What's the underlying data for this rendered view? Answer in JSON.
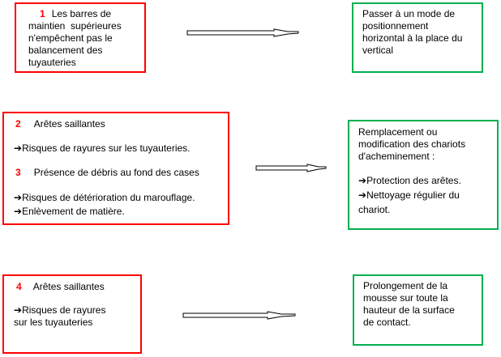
{
  "colors": {
    "problem_border": "#ff0000",
    "solution_border": "#00b050",
    "number": "#ff0000"
  },
  "rows": [
    {
      "problem": {
        "number": "1",
        "title": "Les barres de",
        "lines": [
          "maintien  supérieures",
          "n'empêchent pas le",
          "balancement des",
          "tuyauteries"
        ]
      },
      "solution": {
        "lines": [
          "Passer à un mode de",
          "positionnement",
          "horizontal à la place du",
          "vertical"
        ]
      }
    },
    {
      "problem": {
        "item2_number": "2",
        "item2_title": "Arêtes saillantes",
        "item2_consequence": "Risques de rayures sur les tuyauteries.",
        "item3_number": "3",
        "item3_title": "Présence de débris au fond des cases",
        "item3_consequences": [
          "Risques de détérioration du marouflage.",
          "Enlèvement de matière."
        ]
      },
      "solution": {
        "lines": [
          "Remplacement ou",
          "modification des chariots",
          "d'acheminement :"
        ],
        "bullets": [
          "Protection des arêtes.",
          "Nettoyage régulier du"
        ],
        "bullet_continuation": "chariot."
      }
    },
    {
      "problem": {
        "number": "4",
        "title": "Arêtes saillantes",
        "consequence_lines": [
          "Risques de rayures",
          "sur les tuyauteries"
        ]
      },
      "solution": {
        "lines": [
          "Prolongement de la",
          "mousse sur toute la",
          "hauteur de la surface",
          "de contact."
        ]
      }
    }
  ],
  "bullet_glyph": "➔"
}
